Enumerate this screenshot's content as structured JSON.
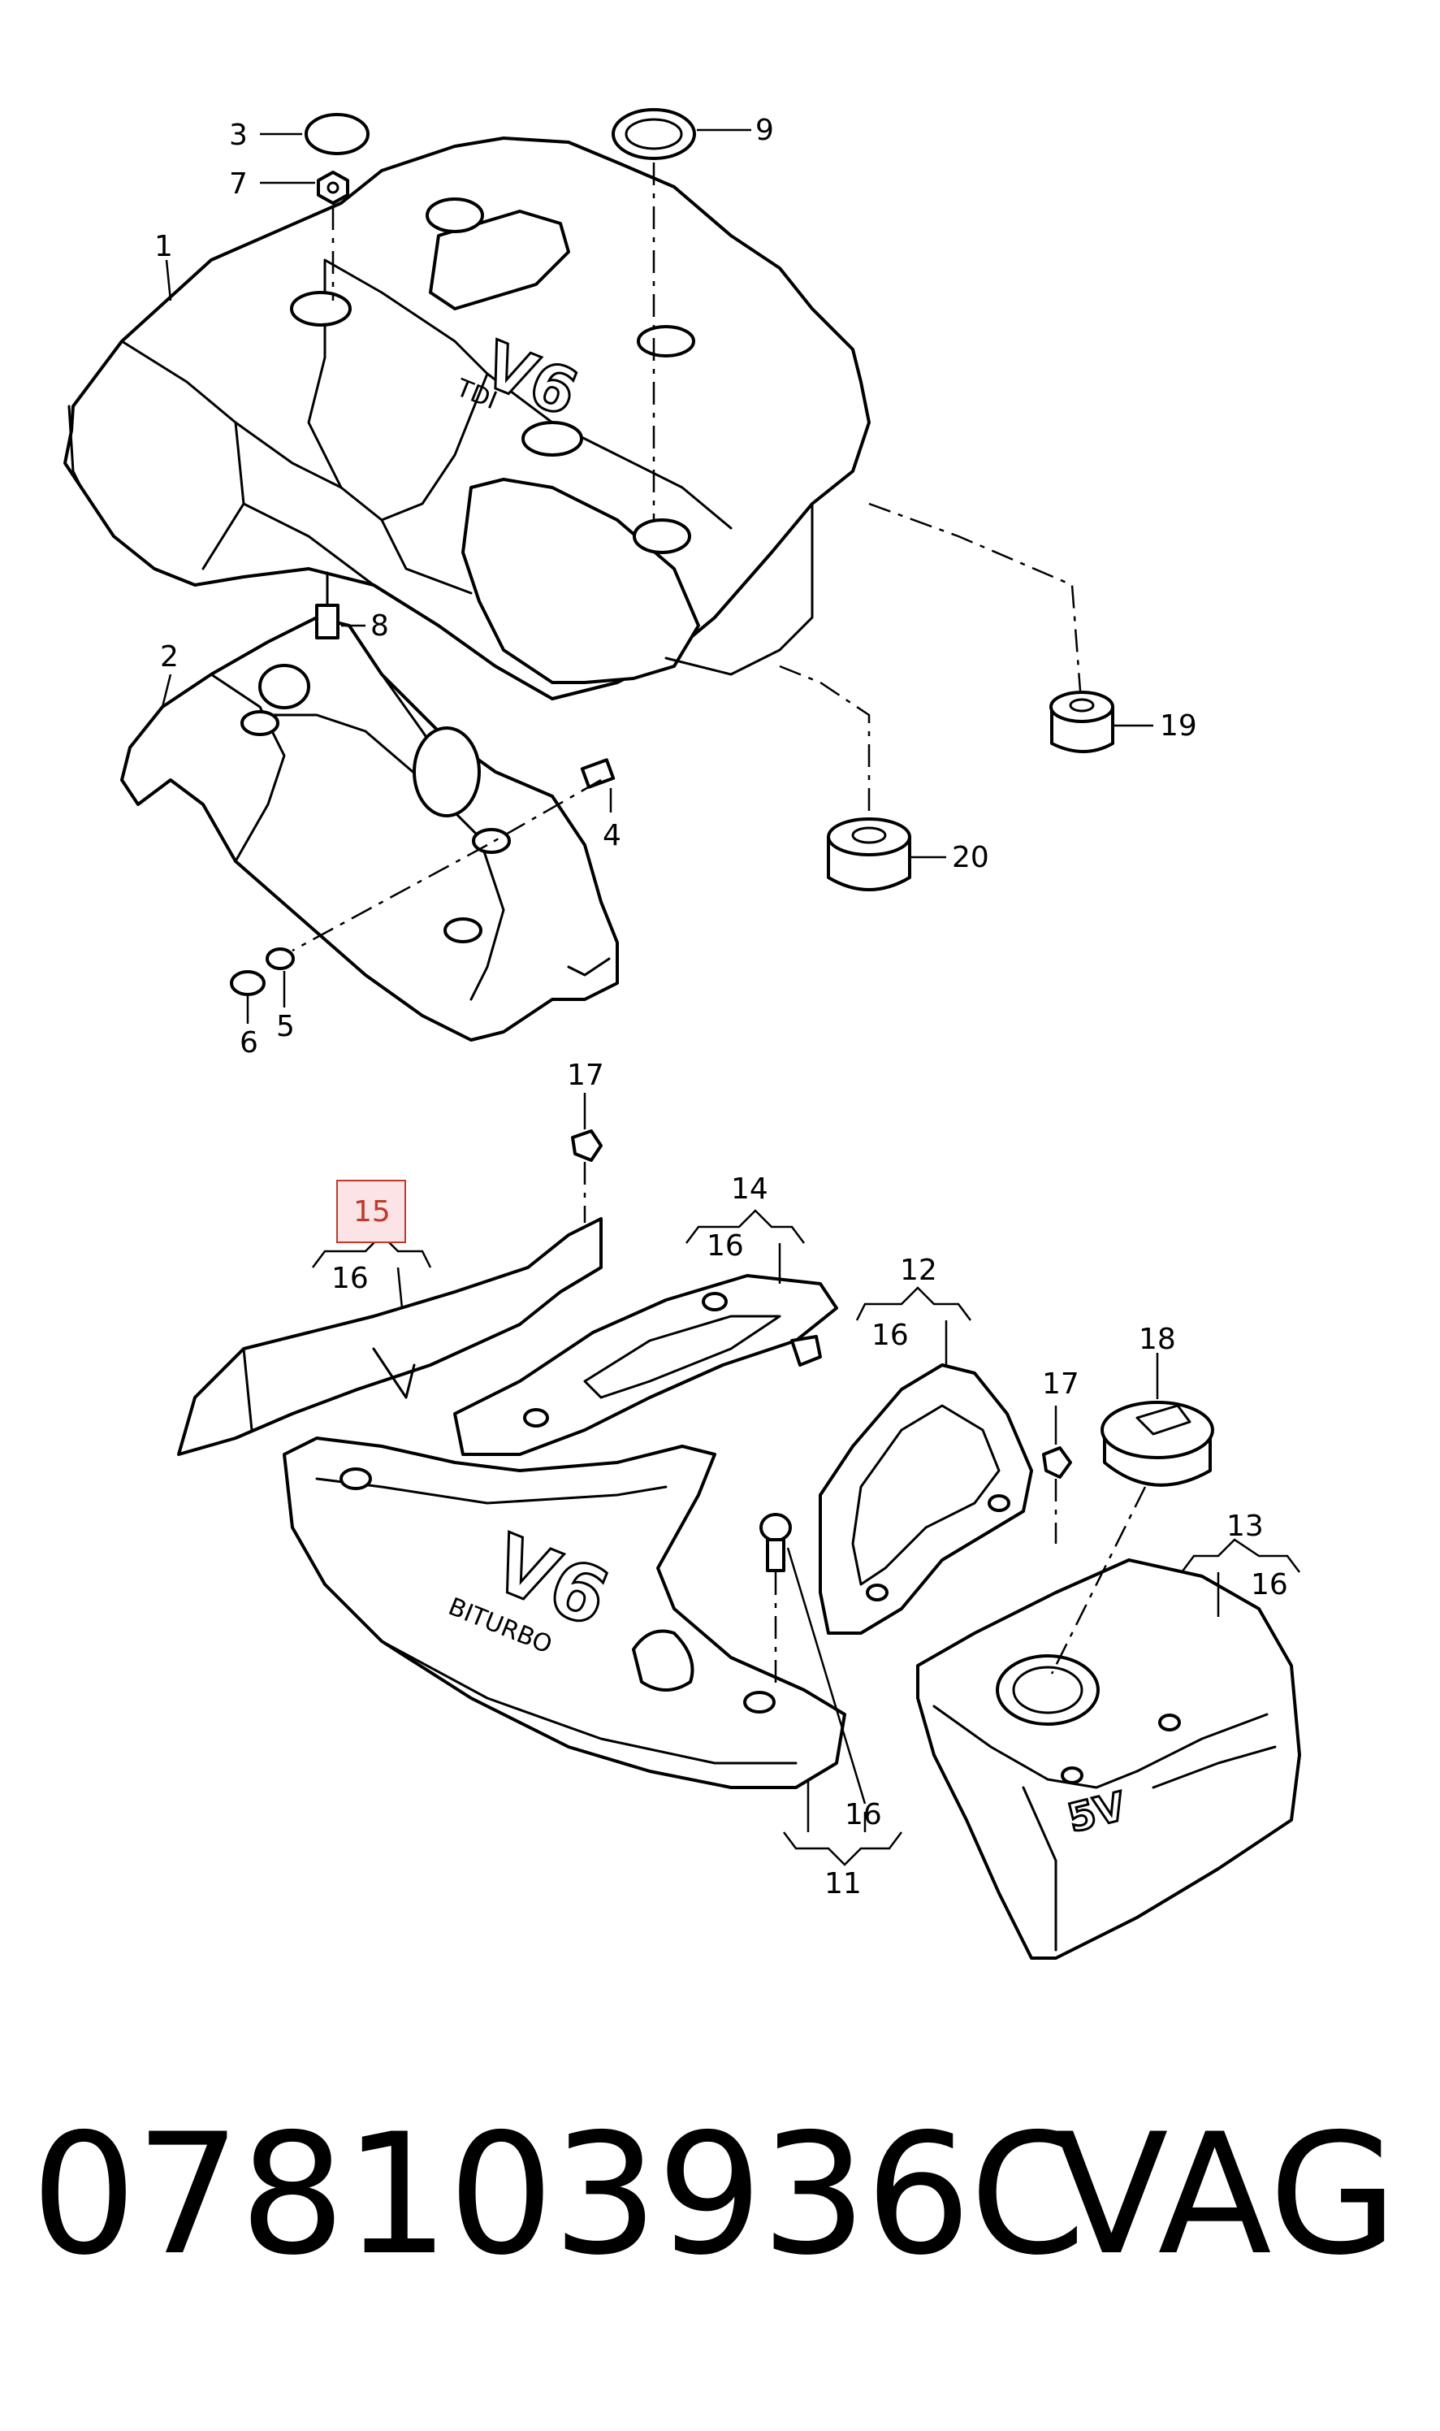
{
  "diagram": {
    "callouts": {
      "c1": "1",
      "c2": "2",
      "c3": "3",
      "c4": "4",
      "c5": "5",
      "c6": "6",
      "c7": "7",
      "c8": "8",
      "c9": "9",
      "c11": "11",
      "c12": "12",
      "c13": "13",
      "c14": "14",
      "c15": "15",
      "c16a": "16",
      "c16b": "16",
      "c16c": "16",
      "c16d": "16",
      "c16e": "16",
      "c17a": "17",
      "c17b": "17",
      "c18": "18",
      "c19": "19",
      "c20": "20"
    },
    "highlighted_callout": "15",
    "highlight_color": "#e8a0a8",
    "embossed": {
      "top_cover_logo": "V6",
      "top_cover_sub": "TDI",
      "bottom_cover_logo": "V6",
      "bottom_cover_sub": "BITURBO",
      "right_cover_badge": "5V"
    }
  },
  "footer": {
    "part_number": "078103936C",
    "brand": "VAG"
  }
}
